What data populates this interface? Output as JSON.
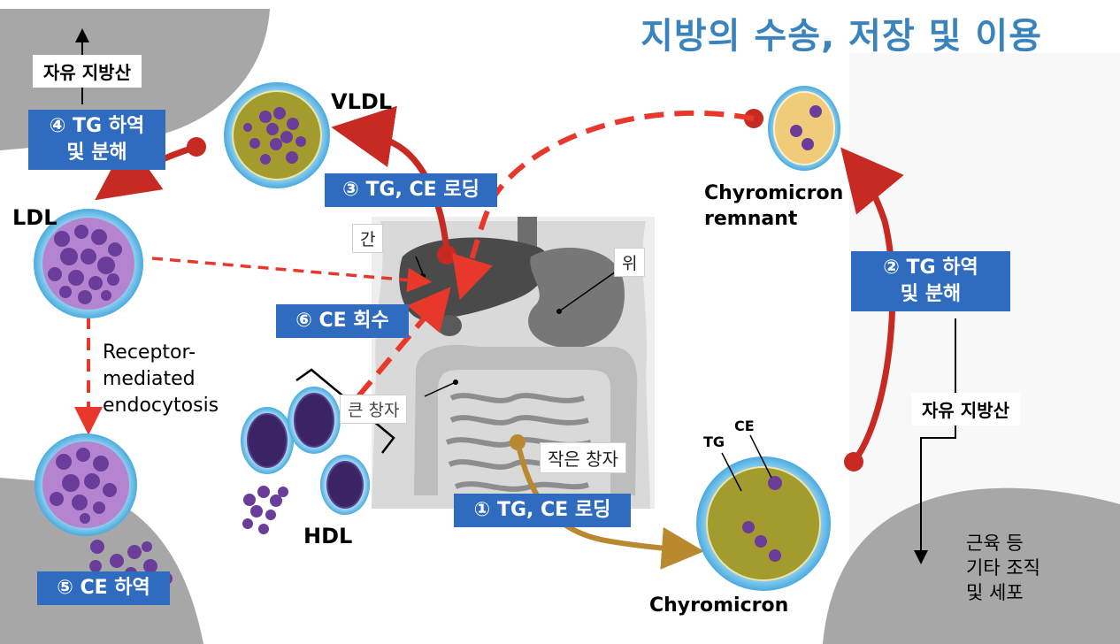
{
  "title": "지방의 수송, 저장 및 이용",
  "steps": {
    "s1": "① TG, CE 로딩",
    "s2": "② TG 하역\n및 분해",
    "s3": "③ TG, CE 로딩",
    "s4": "④ TG 하역\n및 분해",
    "s5": "⑤ CE 하역",
    "s6": "⑥ CE 회수"
  },
  "free_fatty_acid_top": "자유 지방산",
  "free_fatty_acid_right": "자유 지방산",
  "particles": {
    "vldl": "VLDL",
    "ldl": "LDL",
    "hdl": "HDL",
    "remnant_line1": "Chyromicron",
    "remnant_line2": "remnant",
    "chylomicron": "Chyromicron",
    "tg": "TG",
    "ce": "CE"
  },
  "receptor": {
    "line1": "Receptor-",
    "line2": "mediated",
    "line3": "endocytosis"
  },
  "organs": {
    "liver": "간",
    "stomach": "위",
    "large_intestine": "큰 창자",
    "small_intestine": "작은 창자"
  },
  "tissue": {
    "line1": "근육 등",
    "line2": "기타 조직",
    "line3": "및 세포"
  },
  "colors": {
    "title": "#3a83bd",
    "step_box": "#2f6bbf",
    "red_arrow": "#c62a22",
    "dashed_arrow": "#e8382b",
    "gold_arrow": "#b8892f",
    "tissue_gray": "#a9a9a9",
    "particle_ring": "#5cb8e6",
    "tg_core": "#a39b2e",
    "remnant_core": "#f0cb79",
    "ldl_core": "#b484d0",
    "purple_dot": "#6a3d9a"
  }
}
